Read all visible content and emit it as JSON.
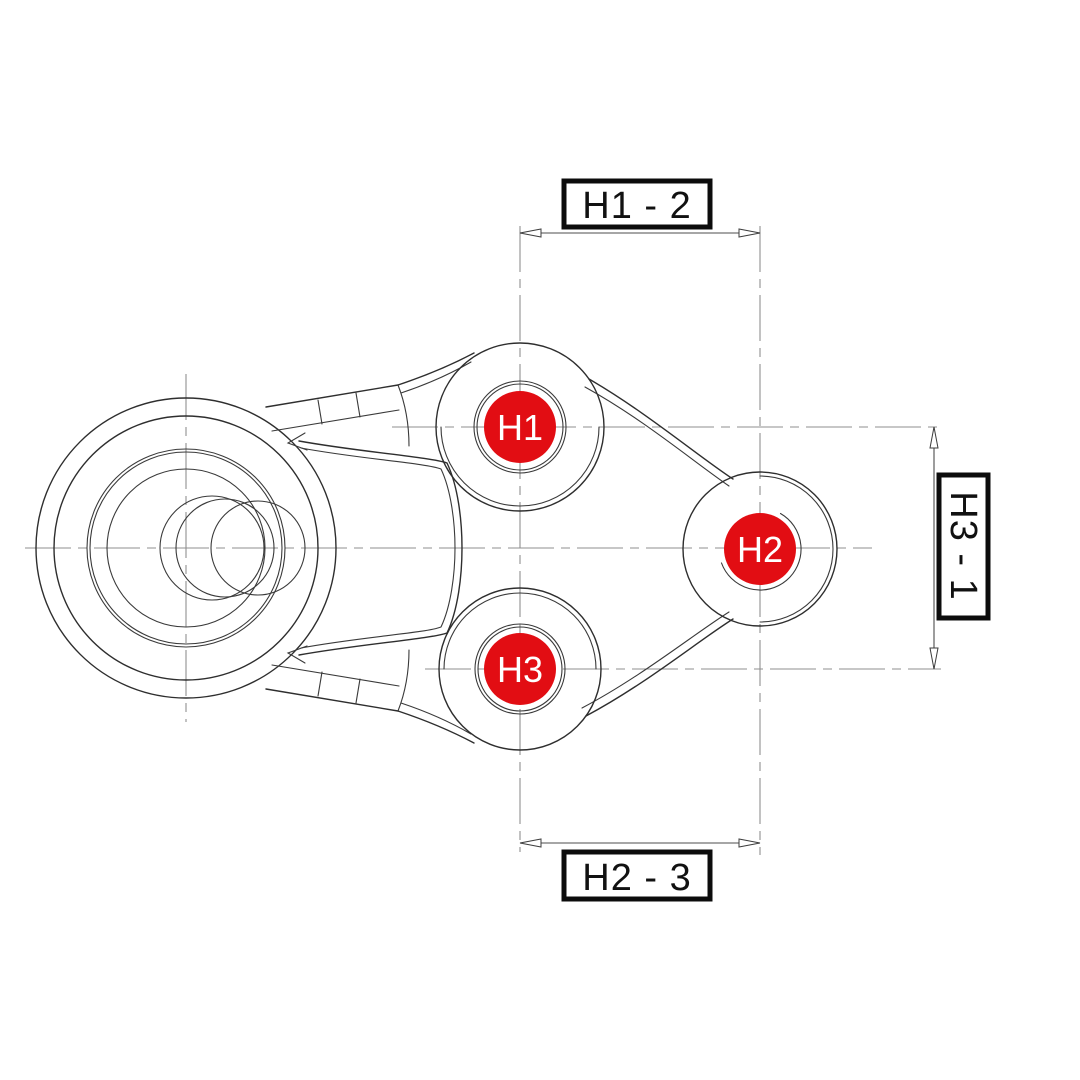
{
  "diagram": {
    "markers": {
      "h1": "H1",
      "h2": "H2",
      "h3": "H3"
    },
    "dimensions": {
      "top": "H1 - 2",
      "right": "H3 - 1",
      "bottom": "H2 - 3"
    },
    "colors": {
      "marker_red": "#e20d13",
      "marker_text": "#ffffff",
      "part_line": "#2e2e2e",
      "center_line": "#8f8f8f",
      "dimension_line": "#4d4d4d",
      "label_border": "#0c0c0c",
      "label_text": "#111111",
      "background": "#ffffff"
    }
  }
}
